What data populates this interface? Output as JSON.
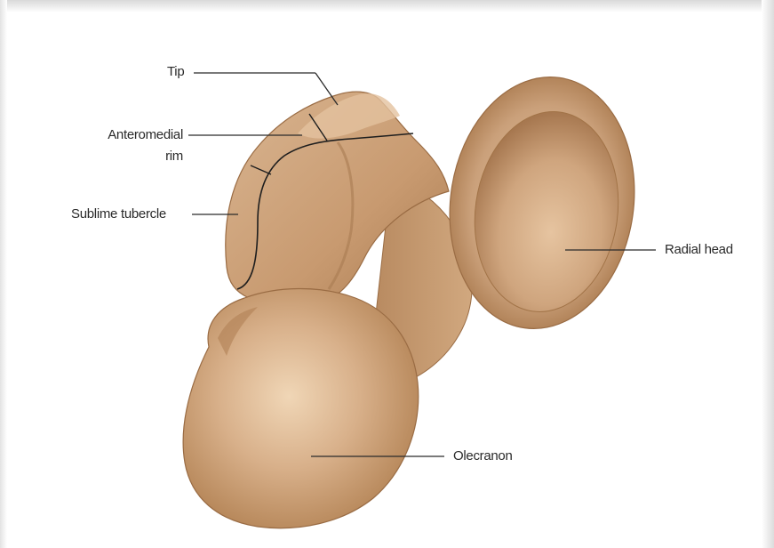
{
  "figure": {
    "labels": {
      "tip": "Tip",
      "anteromedial_rim_line1": "Anteromedial",
      "anteromedial_rim_line2": "rim",
      "sublime_tubercle": "Sublime tubercle",
      "radial_head": "Radial head",
      "olecranon": "Olecranon"
    },
    "colors": {
      "bone_base": "#c79a6e",
      "bone_light": "#e2c09c",
      "bone_dark": "#8c6440",
      "leader_line": "#2b2b2b"
    }
  }
}
